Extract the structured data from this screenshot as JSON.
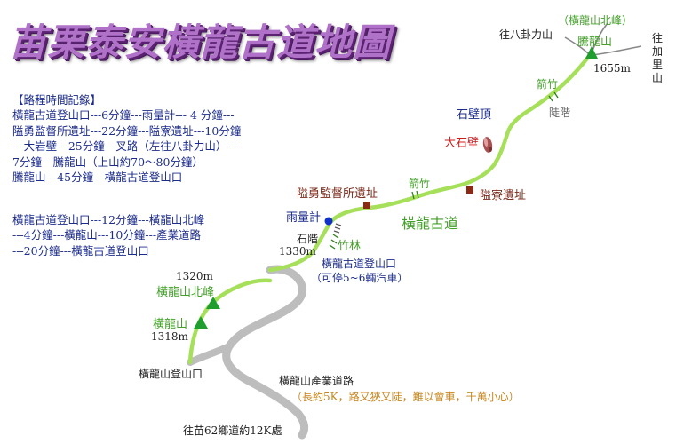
{
  "title": "苗栗泰安橫龍古道地圖",
  "route_info": {
    "heading": "【路程時間記錄】",
    "lines_a": [
      "橫龍古道登山口---6分鐘---雨量計--- 4 分鐘---",
      "隘勇監督所遺址---22分鐘---隘寮遺址---10分鐘",
      "---大岩壁---25分鐘---叉路（左往八卦力山）---",
      "7分鐘---騰龍山（上山約70～80分鐘）",
      "騰龍山---45分鐘---橫龍古道登山口"
    ],
    "lines_b": [
      "橫龍古道登山口---12分鐘---橫龍山北峰",
      "---4分鐘---橫龍山---10分鐘---產業道路",
      "---20分鐘---橫龍古道登山口"
    ]
  },
  "labels": {
    "hengshan_north_top": "（橫龍山北峰）",
    "to_bagualishan": "往八卦力山",
    "tenglongshan": "騰龍山",
    "to_jialishan": "往加里山",
    "elev_1655": "1655m",
    "arrow_bamboo": "箭竹",
    "stone_steps_top": "陡階",
    "rock_wall_top": "石壁頂",
    "big_rock_wall": "大石壁",
    "arrow_bamboo_mid": "箭竹",
    "guard_post_site": "隘寮遺址",
    "supervisor_site": "隘勇監督所遺址",
    "hengshan_trail": "橫龍古道",
    "rain_gauge": "雨量計",
    "stone_steps": "石階",
    "bamboo_forest": "竹林",
    "elev_1330": "1330m",
    "trailhead": "橫龍古道登山口",
    "parking": "（可停5~6輛汽車）",
    "elev_1320": "1320m",
    "north_peak": "橫龍山北峰",
    "hengshan": "橫龍山",
    "elev_1318": "1318m",
    "hengshan_trailhead": "橫龍山登山口",
    "industrial_road": "橫龍山產業道路",
    "road_note": "（長約5K，路又狹又陡，難以會車，千萬小心）",
    "to_township_road": "往苗62鄉道約12K處"
  },
  "colors": {
    "trail": "#a6e05a",
    "road": "#bdbdbd",
    "side_trail": "#888888",
    "peak": "#1f9e2f",
    "site_marker": "#8a2a14",
    "rain_marker": "#1030c8",
    "rock": "#a85050"
  }
}
